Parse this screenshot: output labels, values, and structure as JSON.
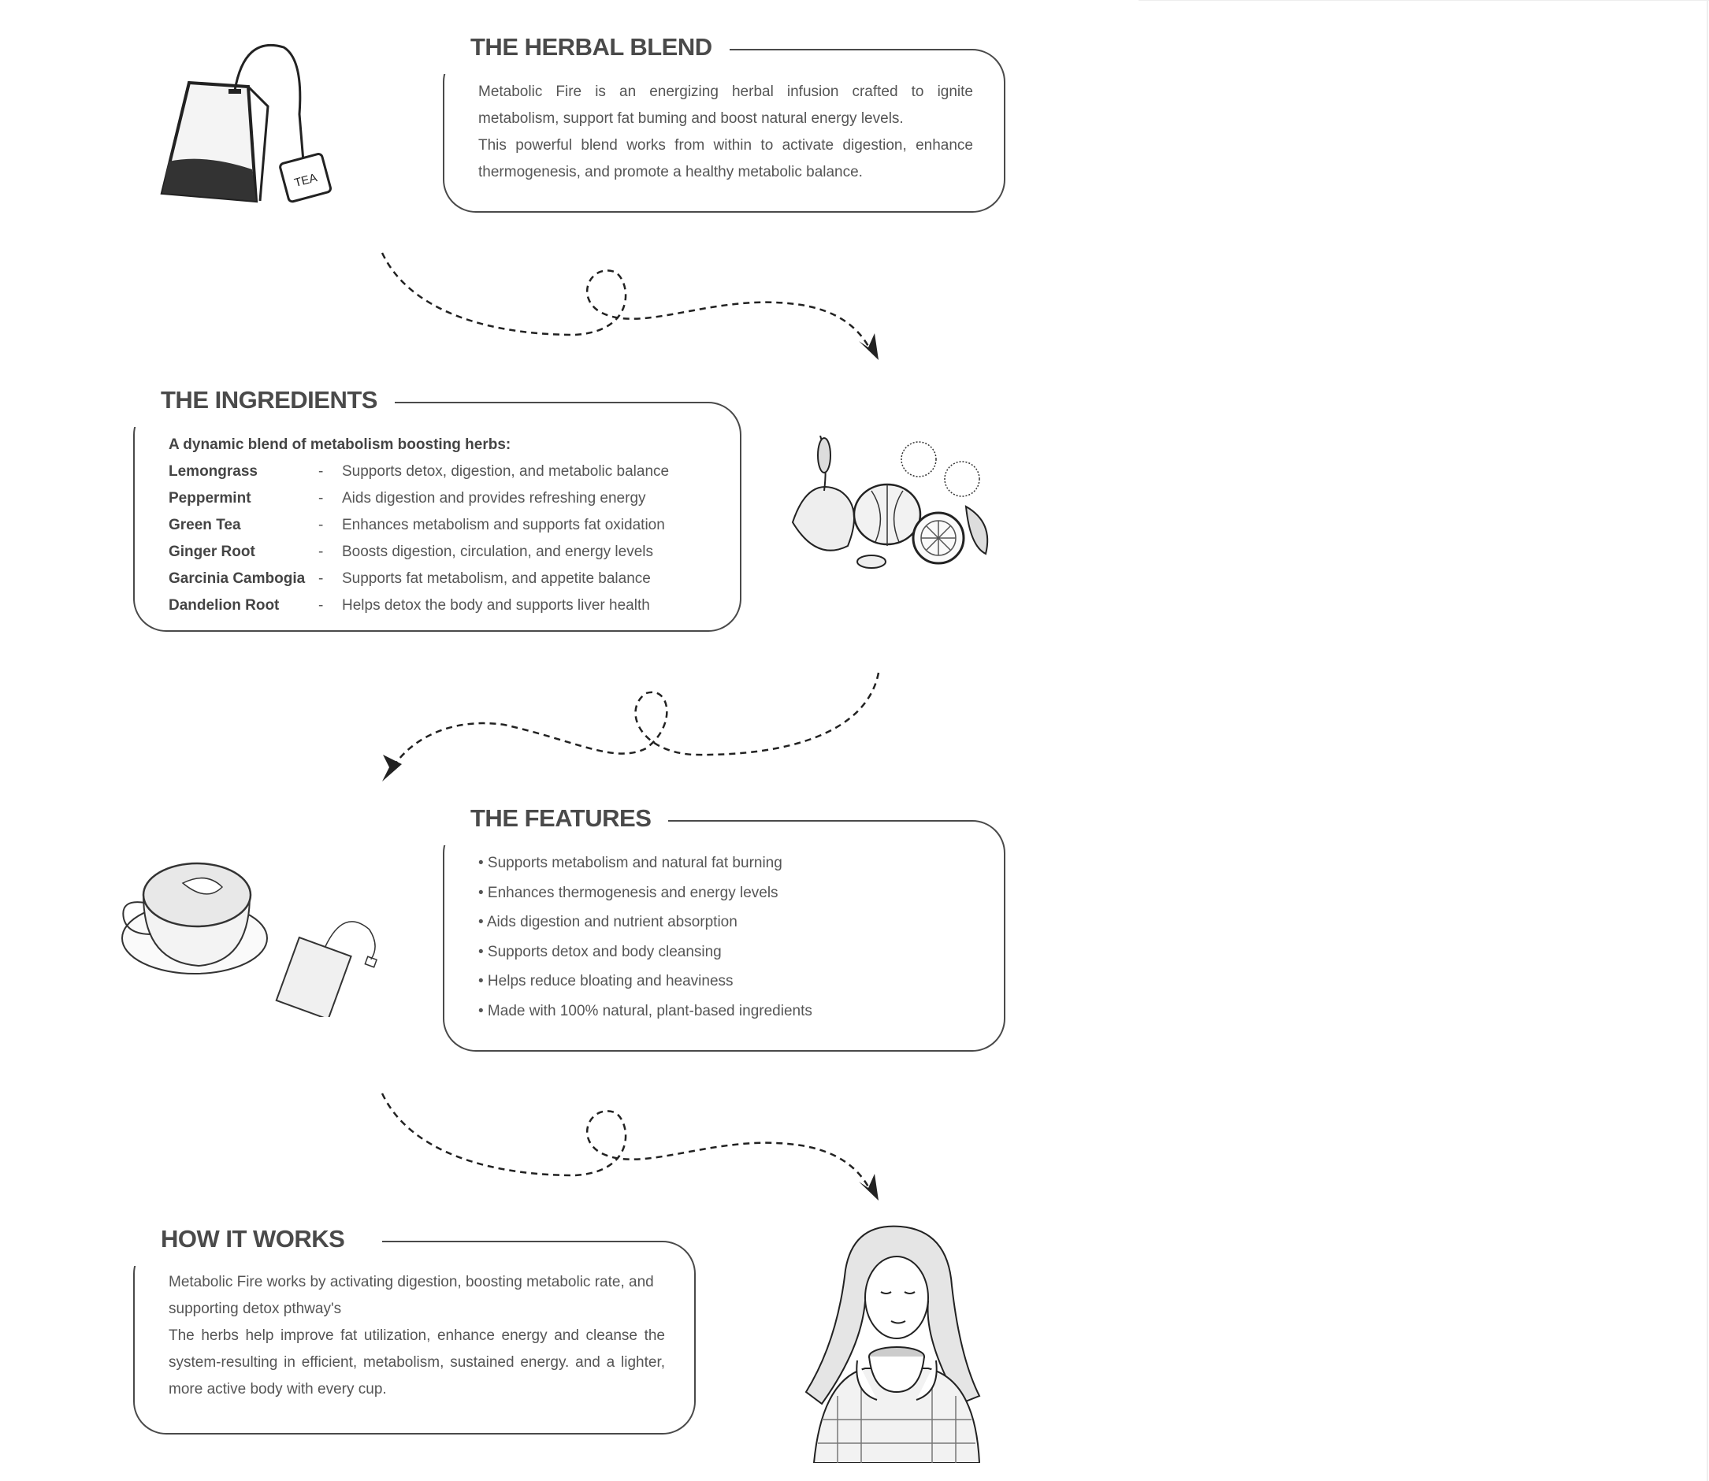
{
  "sections": {
    "herbal_blend": {
      "title": "THE HERBAL BLEND",
      "p1": "Metabolic Fire is an energizing herbal infusion crafted to ignite metabolism, support fat buming and boost natural energy levels.",
      "p2": "This powerful blend works from within to activate digestion, enhance thermogenesis, and promote a healthy metabolic balance.",
      "tag_label": "TEA"
    },
    "ingredients": {
      "title": "THE INGREDIENTS",
      "intro": "A dynamic blend of metabolism boosting herbs:",
      "items": [
        {
          "name": "Lemongrass",
          "dash": "-",
          "desc": "Supports detox, digestion, and metabolic balance"
        },
        {
          "name": "Peppermint",
          "dash": "-",
          "desc": "Aids digestion and provides refreshing energy"
        },
        {
          "name": "Green Tea",
          "dash": "-",
          "desc": "Enhances metabolism and supports fat oxidation"
        },
        {
          "name": "Ginger Root",
          "dash": "-",
          "desc": "Boosts digestion, circulation, and energy levels"
        },
        {
          "name": "Garcinia Cambogia",
          "dash": "-",
          "desc": "Supports fat metabolism, and appetite balance"
        },
        {
          "name": "Dandelion Root",
          "dash": "-",
          "desc": "Helps detox the body and supports liver health"
        }
      ]
    },
    "features": {
      "title": "THE FEATURES",
      "items": [
        "• Supports metabolism and natural fat burning",
        "• Enhances thermogenesis and energy levels",
        "• Aids digestion and nutrient absorption",
        "• Supports detox and body cleansing",
        "• Helps reduce bloating and heaviness",
        "• Made with 100% natural, plant-based ingredients"
      ]
    },
    "how_it_works": {
      "title": "HOW IT WORKS",
      "p1": "Metabolic Fire works by activating digestion, boosting metabolic rate, and supporting detox pthway's",
      "p2": "The herbs help improve fat utilization, enhance energy and cleanse the system-resulting in efficient, metabolism, sustained energy. and a lighter, more active body with every cup."
    }
  },
  "colors": {
    "ink": "#4a4a4a",
    "text": "#555555",
    "background": "#ffffff"
  }
}
